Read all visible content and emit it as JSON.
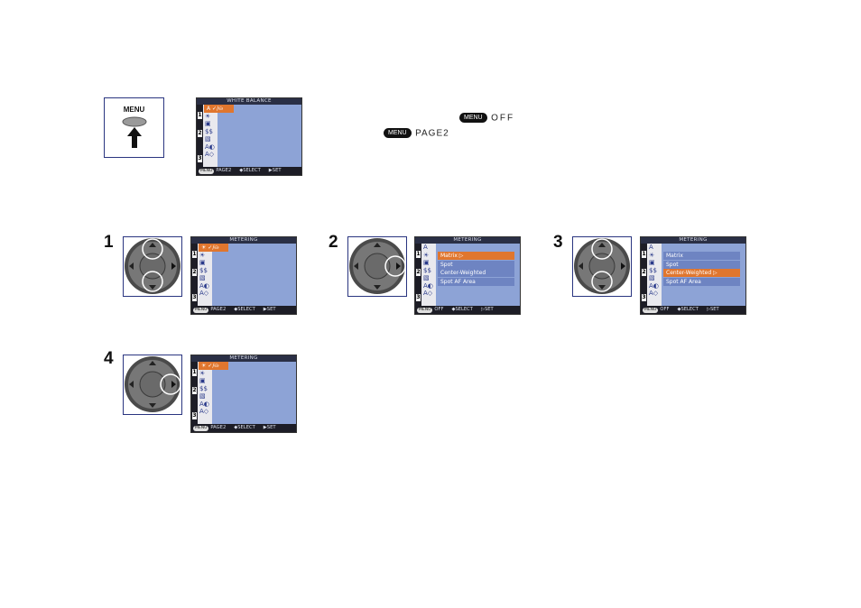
{
  "top": {
    "menu_button_label": "MENU",
    "lcd": {
      "title": "WHITE BALANCE",
      "side_tabs": [
        "1",
        "2",
        "3"
      ],
      "icons": [
        "A",
        "☀",
        "▣",
        "$$",
        "▧",
        "A◐",
        "A◇"
      ],
      "highlight": "A ✓/⛀",
      "footer_btn": "MENU",
      "footer": [
        "PAGE2",
        "◆SELECT",
        "▶SET"
      ]
    },
    "legend": {
      "off_btn": "MENU",
      "off_label": "OFF",
      "page_btn": "MENU",
      "page_label": "PAGE2"
    }
  },
  "steps": [
    {
      "num": "1",
      "lcd": {
        "title": "METERING",
        "side_tabs": [
          "1",
          "2",
          "3"
        ],
        "icons": [
          "A",
          "☀",
          "▣",
          "$$",
          "▧",
          "A◐",
          "A◇"
        ],
        "highlight": "☀ ✓/⛀",
        "options": [],
        "footer_btn": "MENU",
        "footer": [
          "PAGE2",
          "◆SELECT",
          "▶SET"
        ]
      }
    },
    {
      "num": "2",
      "lcd": {
        "title": "METERING",
        "side_tabs": [
          "1",
          "2",
          "3"
        ],
        "icons": [
          "A",
          "☀",
          "▣",
          "$$",
          "▧",
          "A◐",
          "A◇"
        ],
        "highlight": "",
        "options": [
          "Matrix",
          "Spot",
          "Center-Weighted",
          "Spot AF Area"
        ],
        "selected": 0,
        "footer_btn": "MENU",
        "footer": [
          "OFF",
          "◆SELECT",
          "▷SET"
        ]
      }
    },
    {
      "num": "3",
      "lcd": {
        "title": "METERING",
        "side_tabs": [
          "1",
          "2",
          "3"
        ],
        "icons": [
          "A",
          "☀",
          "▣",
          "$$",
          "▧",
          "A◐",
          "A◇"
        ],
        "highlight": "",
        "options": [
          "Matrix",
          "Spot",
          "Center-Weighted",
          "Spot AF Area"
        ],
        "selected": 2,
        "footer_btn": "MENU",
        "footer": [
          "OFF",
          "◆SELECT",
          "▷SET"
        ]
      }
    },
    {
      "num": "4",
      "lcd": {
        "title": "METERING",
        "side_tabs": [
          "1",
          "2",
          "3"
        ],
        "icons": [
          "A",
          "☀",
          "▣",
          "$$",
          "▧",
          "A◐",
          "A◇"
        ],
        "highlight": "☀ ✓/⛀",
        "options": [],
        "footer_btn": "MENU",
        "footer": [
          "PAGE2",
          "◆SELECT",
          "▶SET"
        ]
      }
    }
  ],
  "colors": {
    "frame": "#2a3580",
    "lcd_bg": "#8da3d6",
    "highlight": "#e0762e",
    "option_bg": "#6e84c2"
  }
}
